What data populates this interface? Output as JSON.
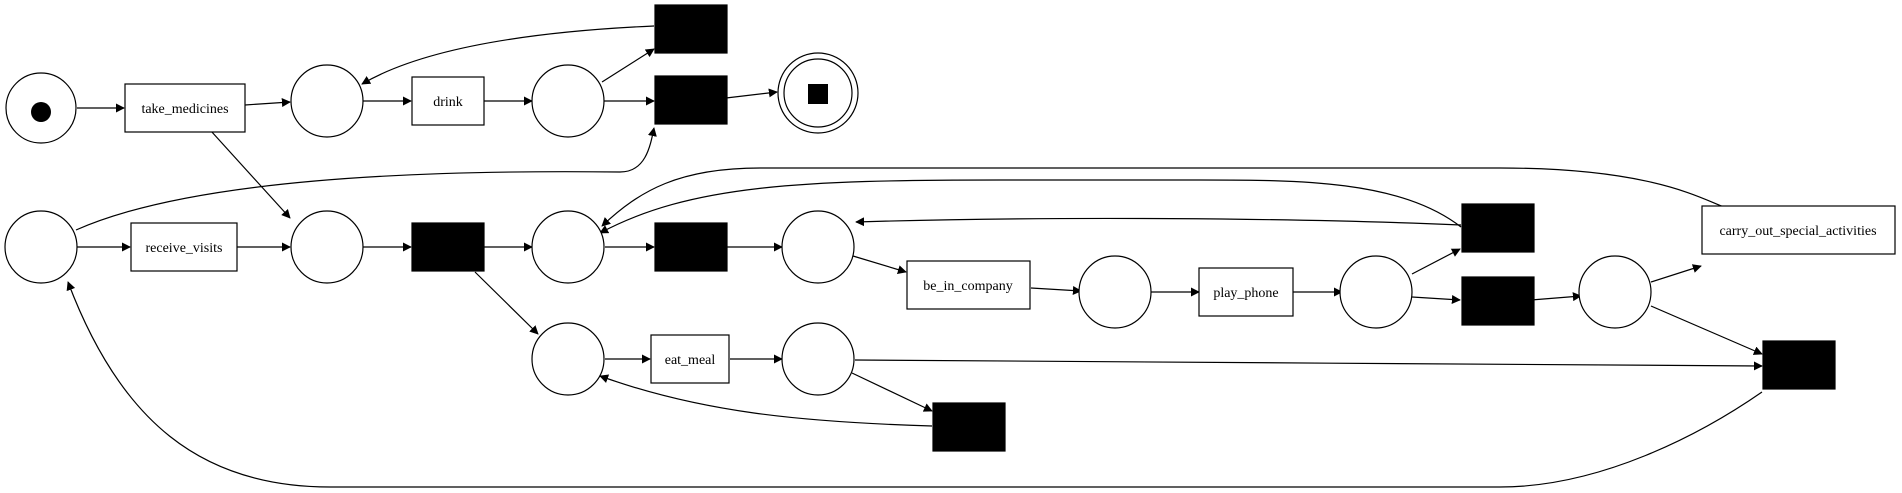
{
  "diagram": {
    "type": "petri-net",
    "transitions": {
      "take_medicines": "take_medicines",
      "drink": "drink",
      "receive_visits": "receive_visits",
      "eat_meal": "eat_meal",
      "be_in_company": "be_in_company",
      "play_phone": "play_phone",
      "carry_out_special_activities": "carry_out_special_activities"
    },
    "colors": {
      "stroke": "#000000",
      "fill": "#ffffff",
      "silent": "#000000"
    }
  }
}
